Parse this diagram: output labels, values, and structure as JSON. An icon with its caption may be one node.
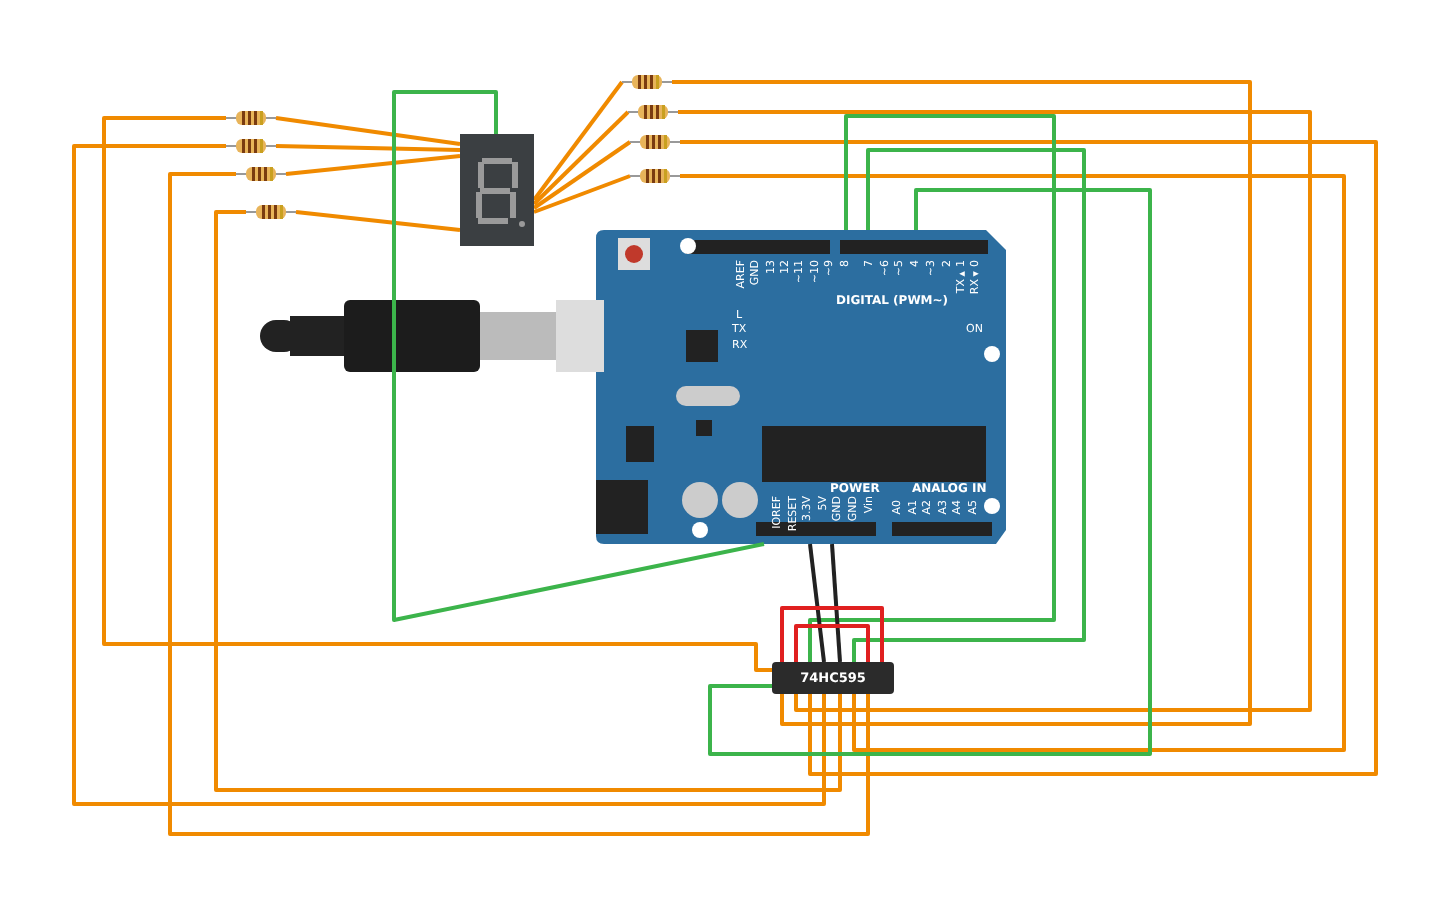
{
  "diagram": {
    "nodes": [
      {
        "text": [],
        "shape": "display"
      },
      {
        "text": [],
        "shape": "resistor"
      },
      {
        "text": [],
        "shape": "resistor"
      },
      {
        "text": [],
        "shape": "resistor"
      },
      {
        "text": [],
        "shape": "resistor"
      },
      {
        "text": [],
        "shape": "resistor"
      },
      {
        "text": [],
        "shape": "resistor"
      },
      {
        "text": [],
        "shape": "resistor"
      },
      {
        "text": [],
        "shape": "resistor"
      },
      {
        "text": [],
        "shape": "picture"
      },
      {
        "text": [
          "74HC595"
        ]
      }
    ],
    "edges": [
      {
        "from": 0,
        "to": 1,
        "arrow": "none"
      },
      {
        "from": 0,
        "to": 2,
        "arrow": "none"
      },
      {
        "from": 0,
        "to": 3,
        "arrow": "none"
      },
      {
        "from": 0,
        "to": 4,
        "arrow": "none"
      },
      {
        "from": 0,
        "to": 5,
        "arrow": "none"
      },
      {
        "from": 0,
        "to": 6,
        "arrow": "none"
      },
      {
        "from": 0,
        "to": 7,
        "arrow": "none"
      },
      {
        "from": 0,
        "to": 8,
        "arrow": "none"
      },
      {
        "from": 0,
        "to": 9,
        "arrow": "none",
        "color": "#3cb44b"
      },
      {
        "from": 1,
        "to": 10,
        "arrow": "none"
      },
      {
        "from": 2,
        "to": 10,
        "arrow": "none"
      },
      {
        "from": 3,
        "to": 10,
        "arrow": "none"
      },
      {
        "from": 4,
        "to": 10,
        "arrow": "none"
      },
      {
        "from": 5,
        "to": 10,
        "arrow": "none"
      },
      {
        "from": 6,
        "to": 10,
        "arrow": "none"
      },
      {
        "from": 7,
        "to": 10,
        "arrow": "none"
      },
      {
        "from": 8,
        "to": 10,
        "arrow": "none"
      },
      {
        "from": 9,
        "to": 10,
        "arrow": "none",
        "color": "#3cb44b"
      },
      {
        "from": 9,
        "to": 10,
        "arrow": "none",
        "color": "#3cb44b"
      },
      {
        "from": 9,
        "to": 10,
        "arrow": "none",
        "color": "#3cb44b"
      },
      {
        "from": 9,
        "to": 10,
        "arrow": "none",
        "color": "#222222"
      },
      {
        "from": 9,
        "to": 10,
        "arrow": "none",
        "color": "#222222"
      },
      {
        "from": 10,
        "to": 10,
        "arrow": "none",
        "color": "#e02020"
      },
      {
        "from": 10,
        "to": 10,
        "arrow": "none",
        "color": "#e02020"
      }
    ],
    "labels": [
      "AREF",
      "GND",
      "13",
      "12",
      "~11",
      "~10",
      "~9",
      "8",
      "7",
      "~6",
      "~5",
      "4",
      "~3",
      "2",
      "TX▸1",
      "RX◂0",
      "DIGITAL (PWM~)",
      "L",
      "TX",
      "RX",
      "ON",
      "POWER",
      "ANALOG IN",
      "IOREF",
      "RESET",
      "3.3V",
      "5V",
      "GND",
      "GND",
      "Vin",
      "A0",
      "A1",
      "A2",
      "A3",
      "A4",
      "A5"
    ]
  }
}
